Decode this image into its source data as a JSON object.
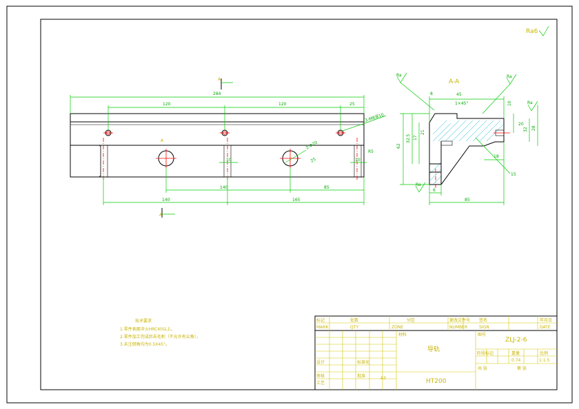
{
  "roughness": "Ra6",
  "section_label": "A-A",
  "section_marks": [
    "A",
    "A",
    "A"
  ],
  "front_view": {
    "dims": {
      "overall": "284",
      "hole_pitch_1": "120",
      "hole_pitch_2": "120",
      "end_offset": "25",
      "pocket_pitch": "140",
      "pocket_offset": "85",
      "bottom_left": "140",
      "bottom_right": "165",
      "slot_width_1": "10",
      "slot_width_2": "10"
    },
    "callouts": {
      "holes": "3-M8深10",
      "bore": "2-Φ20",
      "bore_depth": "25",
      "slot_depth": "R5"
    }
  },
  "section_view": {
    "dims": {
      "top_a": "8",
      "top_b": "45",
      "chamfer": "1×45°",
      "height": "62",
      "h1": "32.5",
      "h2": "17",
      "h3": "21",
      "right_h1": "10",
      "right_h2": "20",
      "right_h3": "32",
      "right_h4": "28",
      "step": "18",
      "bottom_a": "6",
      "bottom_b": "85",
      "right_w": "15"
    },
    "roughness_marks": [
      "Ra",
      "Ra",
      "Ra",
      "Ra"
    ]
  },
  "notes": {
    "title": "技术要求",
    "lines": [
      "1.零件表面淬火HRC40以上。",
      "2.零件加工完成后去毛刺（不允许有尖角）。",
      "3.未注倒角均为0.5X45°。"
    ]
  },
  "title_block": {
    "header": [
      "标记",
      "处数",
      "分区",
      "更改文件号",
      "签名",
      "年月日"
    ],
    "header_en": [
      "MARK",
      "QTY",
      "ZONE",
      "NUMBER",
      "SIGN",
      "DATE"
    ],
    "rows": [
      [
        "设计",
        "标准化"
      ],
      [
        "审核",
        ""
      ],
      [
        "工艺",
        "批准"
      ]
    ],
    "material_label": "材料",
    "part_name": "导轨",
    "material": "HT200",
    "drawing_no_label": "图号",
    "drawing_no": "ZLJ-2-6",
    "stage_label": "阶段标记",
    "weight_label": "重量",
    "scale_label": "比例",
    "weight": "0.74",
    "scale": "1:1.5",
    "sheets_label": "共  张",
    "sheet_label": "第  张",
    "sign_a": "A3"
  }
}
